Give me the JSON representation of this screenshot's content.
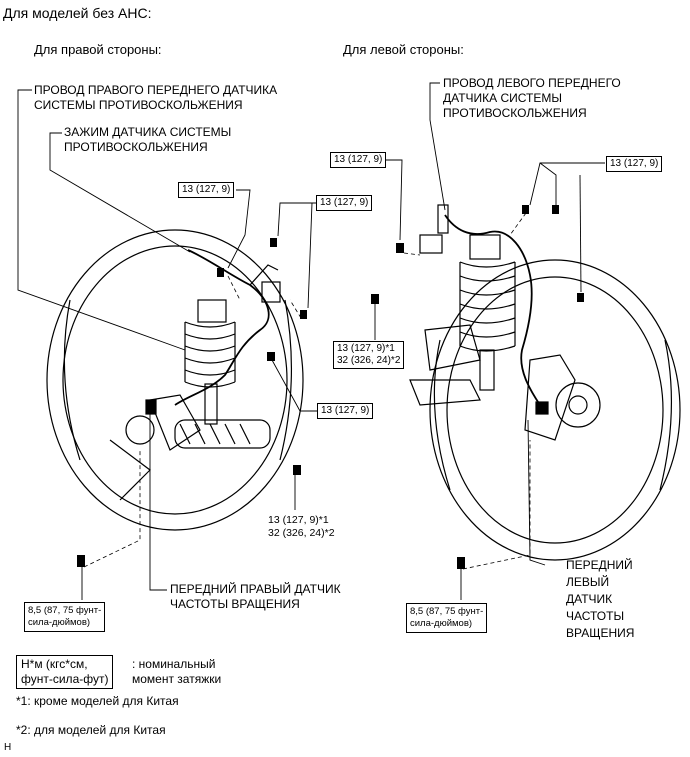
{
  "header": "Для моделей без АНС:",
  "right_side": {
    "title": "Для правой стороны:",
    "wire_label": "ПРОВОД ПРАВОГО ПЕРЕДНЕГО ДАТЧИКА\nСИСТЕМЫ ПРОТИВОСКОЛЬЖЕНИЯ",
    "clamp_label": "ЗАЖИМ ДАТЧИКА СИСТЕМЫ\nПРОТИВОСКОЛЬЖЕНИЯ",
    "sensor_label": "ПЕРЕДНИЙ ПРАВЫЙ ДАТЧИК\nЧАСТОТЫ ВРАЩЕНИЯ",
    "torque_a": "13 (127, 9)",
    "torque_b": "13 (127, 9)",
    "torque_c": "13 (127, 9)",
    "torque_d": "13 (127, 9)*1\n32 (326, 24)*2",
    "torque_e": "8,5 (87, 75 фунт-\nсила-дюймов)"
  },
  "left_side": {
    "title": "Для левой стороны:",
    "wire_label": "ПРОВОД ЛЕВОГО ПЕРЕДНЕГО\nДАТЧИКА СИСТЕМЫ\nПРОТИВОСКОЛЬЖЕНИЯ",
    "sensor_label": "ПЕРЕДНИЙ\nЛЕВЫЙ\nДАТЧИК\nЧАСТОТЫ\nВРАЩЕНИЯ",
    "torque_a": "13 (127, 9)",
    "torque_b": "13 (127, 9)",
    "torque_c": "13 (127, 9)*1\n32 (326, 24)*2",
    "torque_d": "8,5 (87, 75 фунт-\nсила-дюймов)"
  },
  "legend": {
    "unit_box": "Н*м (кгс*см,\nфунт-сила-фут)",
    "unit_desc": ": номинальный\nмомент затяжки",
    "note1": "*1: кроме моделей для Китая",
    "note2": "*2: для моделей для Китая"
  },
  "footer_code": "H"
}
